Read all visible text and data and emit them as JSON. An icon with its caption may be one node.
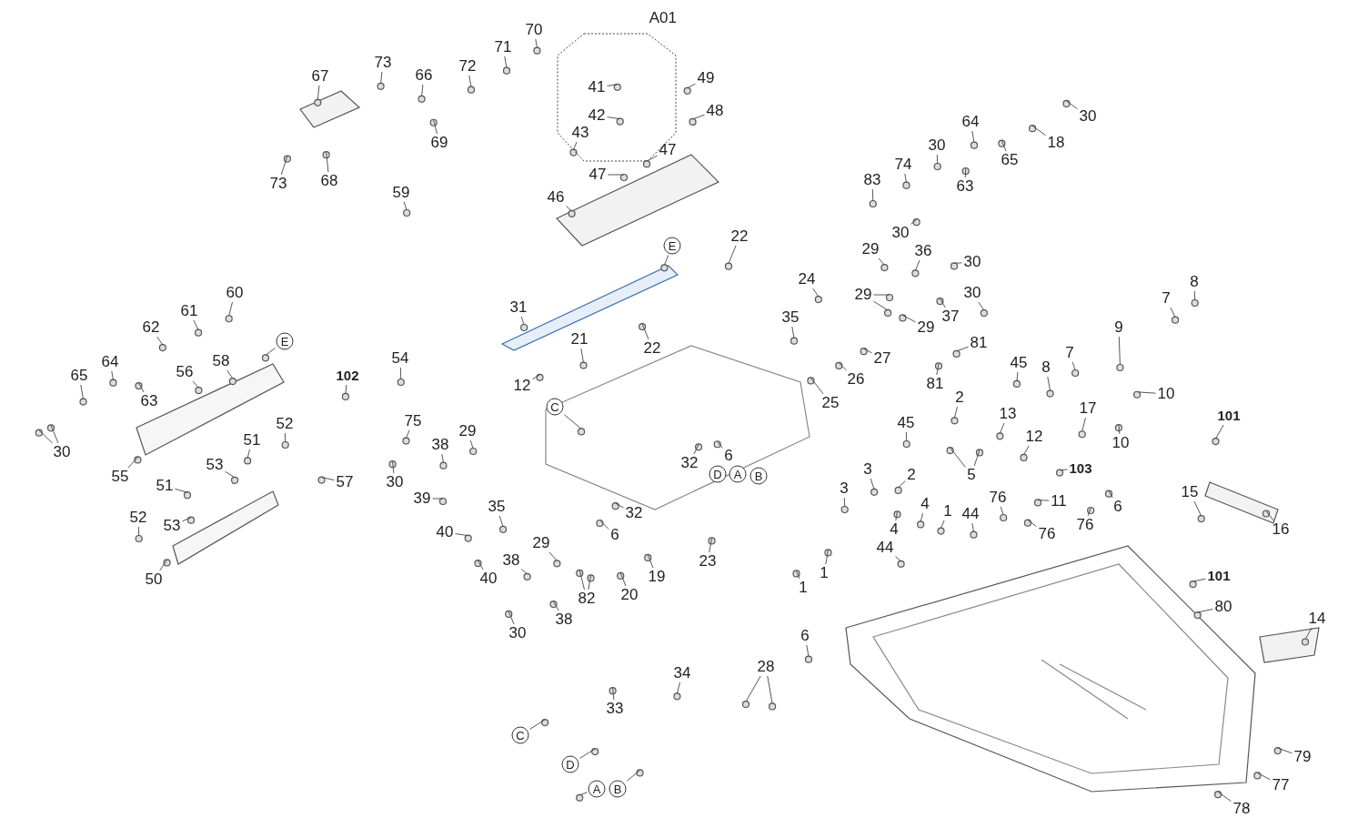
{
  "diagram": {
    "nodes": [
      {
        "text": [
          "67"
        ]
      },
      {
        "text": [
          "73"
        ]
      },
      {
        "text": [
          "66"
        ]
      },
      {
        "text": [
          "72"
        ]
      },
      {
        "text": [
          "71"
        ]
      },
      {
        "text": [
          "70"
        ]
      },
      {
        "text": [
          "73"
        ]
      },
      {
        "text": [
          "68"
        ]
      },
      {
        "text": [
          "69"
        ]
      },
      {
        "text": [
          "A01"
        ]
      },
      {
        "text": [
          "41"
        ],
        "in": 9
      },
      {
        "text": [
          "42"
        ],
        "in": 9
      },
      {
        "text": [
          "43"
        ],
        "in": 9
      },
      {
        "text": [
          "49"
        ]
      },
      {
        "text": [
          "48"
        ]
      },
      {
        "text": [
          "47"
        ]
      },
      {
        "text": [
          "47"
        ]
      },
      {
        "text": [
          "46"
        ]
      },
      {
        "text": [
          "59"
        ]
      },
      {
        "text": [
          "60"
        ]
      },
      {
        "text": [
          "61"
        ]
      },
      {
        "text": [
          "62"
        ]
      },
      {
        "text": [
          "64"
        ]
      },
      {
        "text": [
          "65"
        ]
      },
      {
        "text": [
          "63"
        ]
      },
      {
        "text": [
          "30"
        ]
      },
      {
        "text": [
          "56"
        ]
      },
      {
        "text": [
          "58"
        ]
      },
      {
        "text": [
          "E"
        ]
      },
      {
        "text": [
          "55"
        ]
      },
      {
        "text": [
          "102"
        ]
      },
      {
        "text": [
          "54"
        ]
      },
      {
        "text": [
          "52"
        ]
      },
      {
        "text": [
          "51"
        ]
      },
      {
        "text": [
          "53"
        ]
      },
      {
        "text": [
          "51"
        ]
      },
      {
        "text": [
          "52"
        ]
      },
      {
        "text": [
          "53"
        ]
      },
      {
        "text": [
          "50"
        ]
      },
      {
        "text": [
          "57"
        ]
      },
      {
        "text": [
          "E"
        ]
      },
      {
        "text": [
          "31"
        ]
      },
      {
        "text": [
          "21"
        ]
      },
      {
        "text": [
          "22"
        ]
      },
      {
        "text": [
          "12"
        ]
      },
      {
        "text": [
          "C"
        ]
      },
      {
        "text": [
          "75"
        ]
      },
      {
        "text": [
          "29"
        ]
      },
      {
        "text": [
          "38"
        ]
      },
      {
        "text": [
          "30"
        ]
      },
      {
        "text": [
          "39"
        ]
      },
      {
        "text": [
          "35"
        ]
      },
      {
        "text": [
          "40"
        ]
      },
      {
        "text": [
          "40"
        ]
      },
      {
        "text": [
          "29"
        ]
      },
      {
        "text": [
          "38"
        ]
      },
      {
        "text": [
          "30"
        ]
      },
      {
        "text": [
          "82"
        ]
      },
      {
        "text": [
          "20"
        ]
      },
      {
        "text": [
          "19"
        ]
      },
      {
        "text": [
          "38"
        ]
      },
      {
        "text": [
          "6"
        ]
      },
      {
        "text": [
          "32"
        ]
      },
      {
        "text": [
          "32"
        ]
      },
      {
        "text": [
          "6"
        ]
      },
      {
        "text": [
          "35"
        ]
      },
      {
        "text": [
          "24"
        ]
      },
      {
        "text": [
          "22"
        ]
      },
      {
        "text": [
          "83"
        ]
      },
      {
        "text": [
          "74"
        ]
      },
      {
        "text": [
          "30"
        ]
      },
      {
        "text": [
          "64"
        ]
      },
      {
        "text": [
          "63"
        ]
      },
      {
        "text": [
          "65"
        ]
      },
      {
        "text": [
          "18"
        ]
      },
      {
        "text": [
          "30"
        ]
      },
      {
        "text": [
          "29"
        ]
      },
      {
        "text": [
          "30"
        ]
      },
      {
        "text": [
          "36"
        ]
      },
      {
        "text": [
          "30"
        ]
      },
      {
        "text": [
          "29"
        ]
      },
      {
        "text": [
          "30"
        ]
      },
      {
        "text": [
          "37"
        ]
      },
      {
        "text": [
          "29"
        ]
      },
      {
        "text": [
          "27"
        ]
      },
      {
        "text": [
          "26"
        ]
      },
      {
        "text": [
          "25"
        ]
      },
      {
        "text": [
          "81"
        ]
      },
      {
        "text": [
          "81"
        ]
      },
      {
        "text": [
          "45"
        ]
      },
      {
        "text": [
          "8"
        ]
      },
      {
        "text": [
          "7"
        ]
      },
      {
        "text": [
          "9"
        ]
      },
      {
        "text": [
          "7"
        ]
      },
      {
        "text": [
          "8"
        ]
      },
      {
        "text": [
          "10"
        ]
      },
      {
        "text": [
          "10"
        ]
      },
      {
        "text": [
          "17"
        ]
      },
      {
        "text": [
          "13"
        ]
      },
      {
        "text": [
          "12"
        ]
      },
      {
        "text": [
          "2"
        ]
      },
      {
        "text": [
          "45"
        ]
      },
      {
        "text": [
          "5"
        ]
      },
      {
        "text": [
          "103"
        ]
      },
      {
        "text": [
          "11"
        ]
      },
      {
        "text": [
          "6"
        ]
      },
      {
        "text": [
          "15"
        ]
      },
      {
        "text": [
          "101"
        ]
      },
      {
        "text": [
          "16"
        ]
      },
      {
        "text": [
          "3"
        ]
      },
      {
        "text": [
          "3"
        ]
      },
      {
        "text": [
          "2"
        ]
      },
      {
        "text": [
          "1"
        ]
      },
      {
        "text": [
          "4"
        ]
      },
      {
        "text": [
          "4"
        ]
      },
      {
        "text": [
          "44"
        ]
      },
      {
        "text": [
          "44"
        ]
      },
      {
        "text": [
          "1"
        ]
      },
      {
        "text": [
          "1"
        ]
      },
      {
        "text": [
          "23"
        ]
      },
      {
        "text": [
          "76"
        ]
      },
      {
        "text": [
          "76"
        ]
      },
      {
        "text": [
          "76"
        ]
      },
      {
        "text": [
          "6"
        ]
      },
      {
        "text": [
          "101"
        ]
      },
      {
        "text": [
          "80"
        ]
      },
      {
        "text": [
          "14"
        ]
      },
      {
        "text": [
          "79"
        ]
      },
      {
        "text": [
          "77"
        ]
      },
      {
        "text": [
          "78"
        ]
      },
      {
        "text": [
          "C"
        ]
      },
      {
        "text": [
          "33"
        ]
      },
      {
        "text": [
          "34"
        ]
      },
      {
        "text": [
          "28"
        ]
      },
      {
        "text": [
          "D"
        ]
      },
      {
        "text": [
          "A"
        ]
      },
      {
        "text": [
          "B"
        ]
      },
      {
        "text": [
          "D"
        ]
      },
      {
        "text": [
          "A"
        ]
      },
      {
        "text": [
          "B"
        ]
      }
    ],
    "edges": [
      {
        "from": 0,
        "to": null,
        "arrow": "none"
      },
      {
        "from": 1,
        "to": null,
        "arrow": "none"
      },
      {
        "from": 2,
        "to": null,
        "arrow": "none"
      },
      {
        "from": 3,
        "to": null,
        "arrow": "none"
      },
      {
        "from": 4,
        "to": null,
        "arrow": "none"
      },
      {
        "from": 5,
        "to": null,
        "arrow": "none"
      },
      {
        "from": 6,
        "to": null,
        "arrow": "none"
      },
      {
        "from": 7,
        "to": null,
        "arrow": "none"
      },
      {
        "from": 8,
        "to": null,
        "arrow": "none"
      },
      {
        "from": 10,
        "to": null,
        "arrow": "none"
      },
      {
        "from": 11,
        "to": null,
        "arrow": "none"
      },
      {
        "from": 12,
        "to": null,
        "arrow": "none"
      },
      {
        "from": 13,
        "to": null,
        "arrow": "none"
      },
      {
        "from": 14,
        "to": null,
        "arrow": "none"
      },
      {
        "from": 15,
        "to": null,
        "arrow": "none"
      },
      {
        "from": 16,
        "to": null,
        "arrow": "none"
      },
      {
        "from": 17,
        "to": null,
        "arrow": "none"
      },
      {
        "from": 18,
        "to": null,
        "arrow": "none"
      },
      {
        "from": 19,
        "to": null,
        "arrow": "none"
      },
      {
        "from": 20,
        "to": null,
        "arrow": "none"
      },
      {
        "from": 21,
        "to": null,
        "arrow": "none"
      },
      {
        "from": 22,
        "to": null,
        "arrow": "none"
      },
      {
        "from": 23,
        "to": null,
        "arrow": "none"
      },
      {
        "from": 24,
        "to": null,
        "arrow": "none"
      },
      {
        "from": 25,
        "to": null,
        "arrow": "none"
      },
      {
        "from": 25,
        "to": null,
        "arrow": "none"
      },
      {
        "from": 26,
        "to": null,
        "arrow": "none"
      },
      {
        "from": 27,
        "to": null,
        "arrow": "none"
      },
      {
        "from": 28,
        "to": null,
        "arrow": "none"
      },
      {
        "from": 29,
        "to": null,
        "arrow": "none"
      },
      {
        "from": 30,
        "to": null,
        "arrow": "none"
      },
      {
        "from": 31,
        "to": null,
        "arrow": "none"
      },
      {
        "from": 32,
        "to": null,
        "arrow": "none"
      },
      {
        "from": 33,
        "to": null,
        "arrow": "none"
      },
      {
        "from": 34,
        "to": null,
        "arrow": "none"
      },
      {
        "from": 35,
        "to": null,
        "arrow": "none"
      },
      {
        "from": 36,
        "to": null,
        "arrow": "none"
      },
      {
        "from": 37,
        "to": null,
        "arrow": "none"
      },
      {
        "from": 38,
        "to": null,
        "arrow": "none"
      },
      {
        "from": 39,
        "to": null,
        "arrow": "none"
      },
      {
        "from": 40,
        "to": null,
        "arrow": "none"
      },
      {
        "from": 41,
        "to": null,
        "arrow": "none"
      },
      {
        "from": 42,
        "to": null,
        "arrow": "none"
      },
      {
        "from": 43,
        "to": null,
        "arrow": "none"
      },
      {
        "from": 44,
        "to": null,
        "arrow": "none"
      },
      {
        "from": 45,
        "to": null,
        "arrow": "none"
      },
      {
        "from": 46,
        "to": null,
        "arrow": "none"
      },
      {
        "from": 47,
        "to": null,
        "arrow": "none"
      },
      {
        "from": 48,
        "to": null,
        "arrow": "none"
      },
      {
        "from": 49,
        "to": null,
        "arrow": "none"
      },
      {
        "from": 50,
        "to": null,
        "arrow": "none"
      },
      {
        "from": 51,
        "to": null,
        "arrow": "none"
      },
      {
        "from": 52,
        "to": null,
        "arrow": "none"
      },
      {
        "from": 53,
        "to": null,
        "arrow": "none"
      },
      {
        "from": 54,
        "to": null,
        "arrow": "none"
      },
      {
        "from": 55,
        "to": null,
        "arrow": "none"
      },
      {
        "from": 56,
        "to": null,
        "arrow": "none"
      },
      {
        "from": 57,
        "to": null,
        "arrow": "none"
      },
      {
        "from": 57,
        "to": null,
        "arrow": "none"
      },
      {
        "from": 58,
        "to": null,
        "arrow": "none"
      },
      {
        "from": 59,
        "to": null,
        "arrow": "none"
      },
      {
        "from": 60,
        "to": null,
        "arrow": "none"
      },
      {
        "from": 61,
        "to": null,
        "arrow": "none"
      },
      {
        "from": 62,
        "to": null,
        "arrow": "none"
      },
      {
        "from": 63,
        "to": null,
        "arrow": "none"
      },
      {
        "from": 64,
        "to": null,
        "arrow": "none"
      },
      {
        "from": 65,
        "to": null,
        "arrow": "none"
      },
      {
        "from": 66,
        "to": null,
        "arrow": "none"
      },
      {
        "from": 67,
        "to": null,
        "arrow": "none"
      },
      {
        "from": 68,
        "to": null,
        "arrow": "none"
      },
      {
        "from": 69,
        "to": null,
        "arrow": "none"
      },
      {
        "from": 70,
        "to": null,
        "arrow": "none"
      },
      {
        "from": 71,
        "to": null,
        "arrow": "none"
      },
      {
        "from": 72,
        "to": null,
        "arrow": "none"
      },
      {
        "from": 73,
        "to": null,
        "arrow": "none"
      },
      {
        "from": 74,
        "to": null,
        "arrow": "none"
      },
      {
        "from": 75,
        "to": null,
        "arrow": "none"
      },
      {
        "from": 76,
        "to": null,
        "arrow": "none"
      },
      {
        "from": 77,
        "to": null,
        "arrow": "none"
      },
      {
        "from": 78,
        "to": null,
        "arrow": "none"
      },
      {
        "from": 79,
        "to": null,
        "arrow": "none"
      },
      {
        "from": 80,
        "to": null,
        "arrow": "none"
      },
      {
        "from": 80,
        "to": null,
        "arrow": "none"
      },
      {
        "from": 81,
        "to": null,
        "arrow": "none"
      },
      {
        "from": 82,
        "to": null,
        "arrow": "none"
      },
      {
        "from": 83,
        "to": null,
        "arrow": "none"
      },
      {
        "from": 84,
        "to": null,
        "arrow": "none"
      },
      {
        "from": 85,
        "to": null,
        "arrow": "none"
      },
      {
        "from": 86,
        "to": null,
        "arrow": "none"
      },
      {
        "from": 87,
        "to": null,
        "arrow": "none"
      },
      {
        "from": 88,
        "to": null,
        "arrow": "none"
      },
      {
        "from": 89,
        "to": null,
        "arrow": "none"
      },
      {
        "from": 90,
        "to": null,
        "arrow": "none"
      },
      {
        "from": 91,
        "to": null,
        "arrow": "none"
      },
      {
        "from": 92,
        "to": null,
        "arrow": "none"
      },
      {
        "from": 93,
        "to": null,
        "arrow": "none"
      },
      {
        "from": 94,
        "to": null,
        "arrow": "none"
      },
      {
        "from": 95,
        "to": null,
        "arrow": "none"
      },
      {
        "from": 96,
        "to": null,
        "arrow": "none"
      },
      {
        "from": 97,
        "to": null,
        "arrow": "none"
      },
      {
        "from": 98,
        "to": null,
        "arrow": "none"
      },
      {
        "from": 99,
        "to": null,
        "arrow": "none"
      },
      {
        "from": 100,
        "to": null,
        "arrow": "none"
      },
      {
        "from": 101,
        "to": null,
        "arrow": "none"
      },
      {
        "from": 102,
        "to": null,
        "arrow": "none"
      },
      {
        "from": 102,
        "to": null,
        "arrow": "none"
      },
      {
        "from": 103,
        "to": null,
        "arrow": "none"
      },
      {
        "from": 104,
        "to": null,
        "arrow": "none"
      },
      {
        "from": 105,
        "to": null,
        "arrow": "none"
      },
      {
        "from": 106,
        "to": null,
        "arrow": "none"
      },
      {
        "from": 107,
        "to": null,
        "arrow": "none"
      },
      {
        "from": 108,
        "to": null,
        "arrow": "none"
      },
      {
        "from": 109,
        "to": null,
        "arrow": "none"
      },
      {
        "from": 110,
        "to": null,
        "arrow": "none"
      },
      {
        "from": 111,
        "to": null,
        "arrow": "none"
      },
      {
        "from": 112,
        "to": null,
        "arrow": "none"
      },
      {
        "from": 113,
        "to": null,
        "arrow": "none"
      },
      {
        "from": 114,
        "to": null,
        "arrow": "none"
      },
      {
        "from": 115,
        "to": null,
        "arrow": "none"
      },
      {
        "from": 116,
        "to": null,
        "arrow": "none"
      },
      {
        "from": 117,
        "to": null,
        "arrow": "none"
      },
      {
        "from": 118,
        "to": null,
        "arrow": "none"
      },
      {
        "from": 119,
        "to": null,
        "arrow": "none"
      },
      {
        "from": 120,
        "to": null,
        "arrow": "none"
      },
      {
        "from": 121,
        "to": null,
        "arrow": "none"
      },
      {
        "from": 122,
        "to": null,
        "arrow": "none"
      },
      {
        "from": 123,
        "to": null,
        "arrow": "none"
      },
      {
        "from": 124,
        "to": null,
        "arrow": "none"
      },
      {
        "from": 125,
        "to": null,
        "arrow": "none"
      },
      {
        "from": 126,
        "to": null,
        "arrow": "none"
      },
      {
        "from": 127,
        "to": null,
        "arrow": "none"
      },
      {
        "from": 128,
        "to": null,
        "arrow": "none"
      },
      {
        "from": 129,
        "to": null,
        "arrow": "none"
      },
      {
        "from": 130,
        "to": null,
        "arrow": "none"
      },
      {
        "from": 131,
        "to": null,
        "arrow": "none"
      },
      {
        "from": 132,
        "to": null,
        "arrow": "none"
      },
      {
        "from": 133,
        "to": null,
        "arrow": "none"
      },
      {
        "from": 133,
        "to": null,
        "arrow": "none"
      },
      {
        "from": 134,
        "to": null,
        "arrow": "none"
      },
      {
        "from": 135,
        "to": null,
        "arrow": "none"
      },
      {
        "from": 136,
        "to": null,
        "arrow": "none"
      }
    ]
  }
}
